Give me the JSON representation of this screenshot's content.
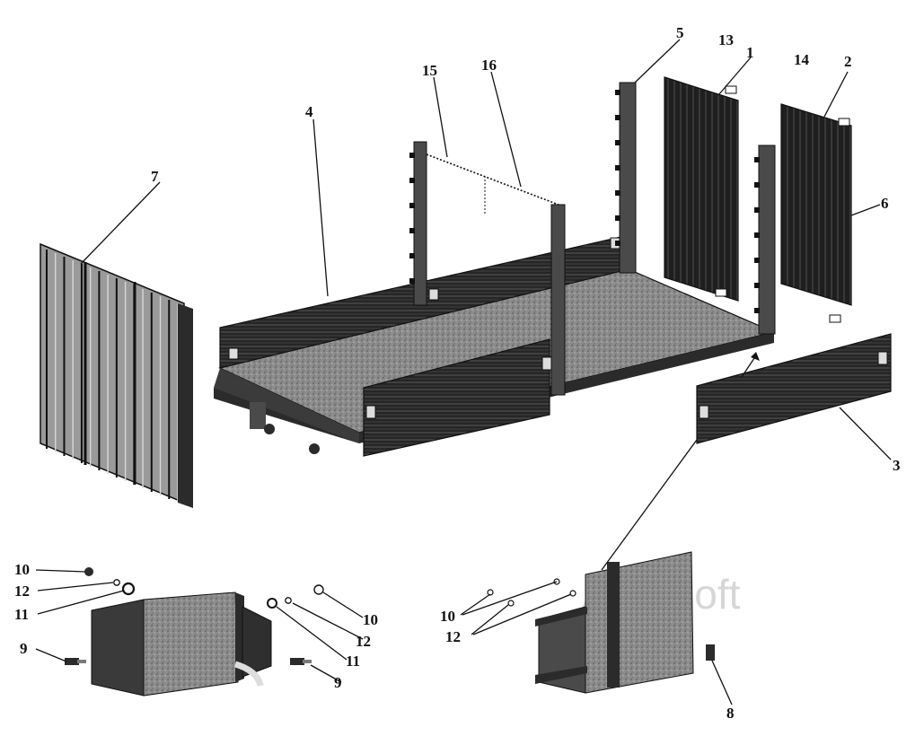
{
  "callouts": [
    {
      "key": "c1",
      "text": "1"
    },
    {
      "key": "c2",
      "text": "2"
    },
    {
      "key": "c3",
      "text": "3"
    },
    {
      "key": "c4",
      "text": "4"
    },
    {
      "key": "c5",
      "text": "5"
    },
    {
      "key": "c6",
      "text": "6"
    },
    {
      "key": "c7",
      "text": "7"
    },
    {
      "key": "c8",
      "text": "8"
    },
    {
      "key": "c9a",
      "text": "9"
    },
    {
      "key": "c9b",
      "text": "9"
    },
    {
      "key": "c10a",
      "text": "10"
    },
    {
      "key": "c10b",
      "text": "10"
    },
    {
      "key": "c10c",
      "text": "10"
    },
    {
      "key": "c11a",
      "text": "11"
    },
    {
      "key": "c11b",
      "text": "11"
    },
    {
      "key": "c12a",
      "text": "12"
    },
    {
      "key": "c12b",
      "text": "12"
    },
    {
      "key": "c12c",
      "text": "12"
    },
    {
      "key": "c13",
      "text": "13"
    },
    {
      "key": "c14",
      "text": "14"
    },
    {
      "key": "c15",
      "text": "15"
    },
    {
      "key": "c16",
      "text": "16"
    }
  ],
  "watermark": "AutoSoft",
  "colors": {
    "ink": "#2b2b2b",
    "mid": "#7a7a7a",
    "light": "#b0b0b0",
    "background": "#ffffff"
  }
}
